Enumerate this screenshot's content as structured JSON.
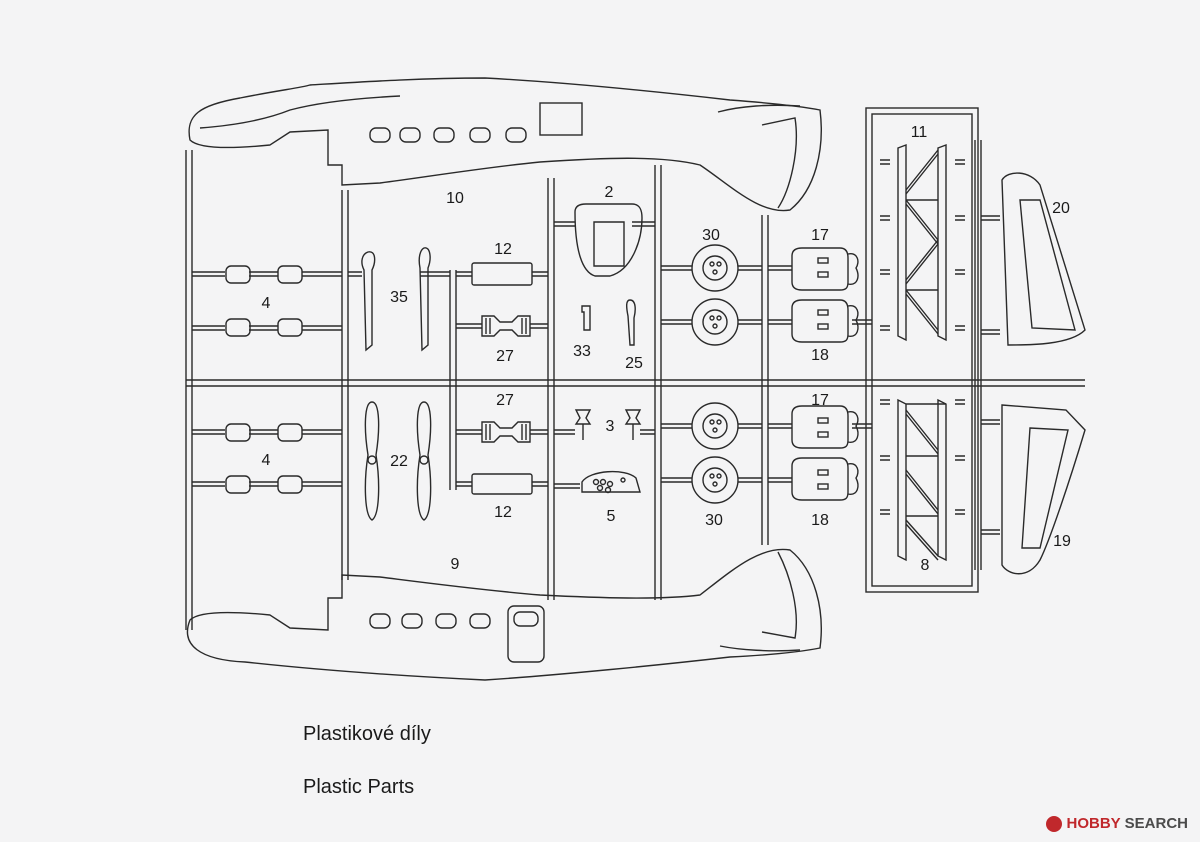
{
  "captions": {
    "czech": "Plastikové díly",
    "english": "Plastic Parts"
  },
  "part_numbers": {
    "p10": "10",
    "p9": "9",
    "p2": "2",
    "p12_top": "12",
    "p12_bottom": "12",
    "p30_top": "30",
    "p30_bottom": "30",
    "p17_top": "17",
    "p17_bottom": "17",
    "p18_top": "18",
    "p18_bottom": "18",
    "p11": "11",
    "p8": "8",
    "p20": "20",
    "p19": "19",
    "p4_top": "4",
    "p4_bottom": "4",
    "p35": "35",
    "p22": "22",
    "p27_top": "27",
    "p27_bottom": "27",
    "p33": "33",
    "p25": "25",
    "p3": "3",
    "p5": "5"
  },
  "watermark": {
    "brand": "HOBBY",
    "rest": "SEARCH"
  },
  "colors": {
    "line": "#2a2a2a",
    "background": "#f4f4f5",
    "watermark_red": "#c0282c"
  }
}
